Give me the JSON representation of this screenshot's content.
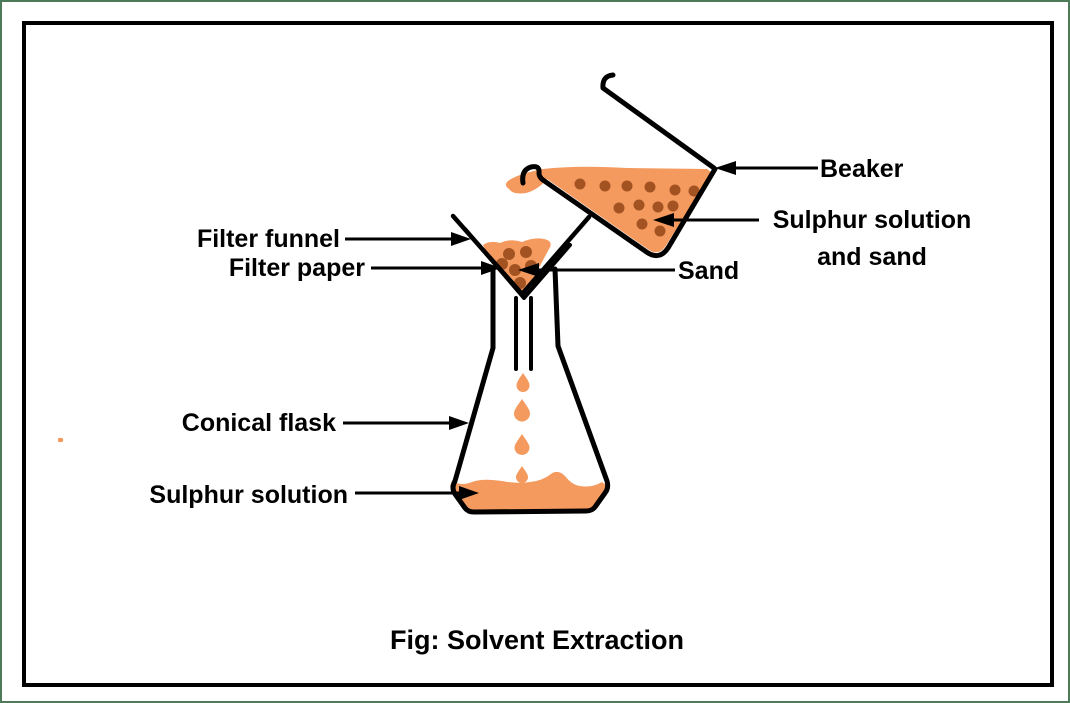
{
  "figure": {
    "caption": "Fig: Solvent Extraction"
  },
  "labels": {
    "filter_funnel": "Filter funnel",
    "filter_paper": "Filter paper",
    "sand": "Sand",
    "beaker": "Beaker",
    "beaker_contents_line1": "Sulphur solution",
    "beaker_contents_line2": "and sand",
    "conical_flask": "Conical flask",
    "flask_contents": "Sulphur solution"
  },
  "colors": {
    "frame_outer": "#4D7A57",
    "frame_inner": "#000000",
    "line": "#000000",
    "text": "#000000",
    "solution_orange": "#F49A5E",
    "sand_brown": "#A35322",
    "background": "#FFFFFF"
  }
}
